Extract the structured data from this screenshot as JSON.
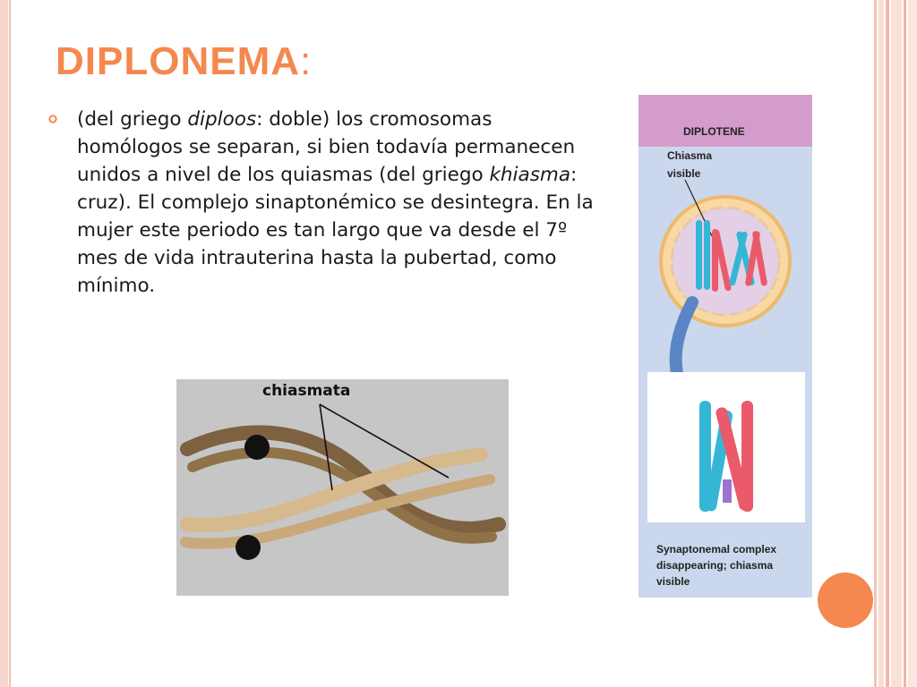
{
  "slide": {
    "title": "DIPLONEMA",
    "title_colon": ":",
    "paragraph": {
      "t1": "(del griego ",
      "i1": "diploos",
      "t2": ": doble) los cromosomas homólogos se separan, si bien todavía permanecen unidos a nivel de los quiasmas (del griego ",
      "i2": "khiasma",
      "t3": ": cruz). El complejo sinaptonémico se desintegra. En la mujer este periodo es tan largo que va desde el 7º mes de vida intrauterina hasta la pubertad, como mínimo."
    }
  },
  "chiasmata_figure": {
    "label": "chiasmata"
  },
  "diplotene_figure": {
    "header": "DIPLOTENE",
    "label_line1": "Chiasma",
    "label_line2": "visible",
    "caption_line1": "Synaptonemal complex",
    "caption_line2": "disappearing; chiasma",
    "caption_line3": "visible"
  },
  "colors": {
    "accent": "#f4884f",
    "chromosome_blue": "#35b6d4",
    "chromosome_red": "#ea5a6a",
    "panel_blue": "#cbd7ec",
    "header_purple": "#d39ccb"
  }
}
